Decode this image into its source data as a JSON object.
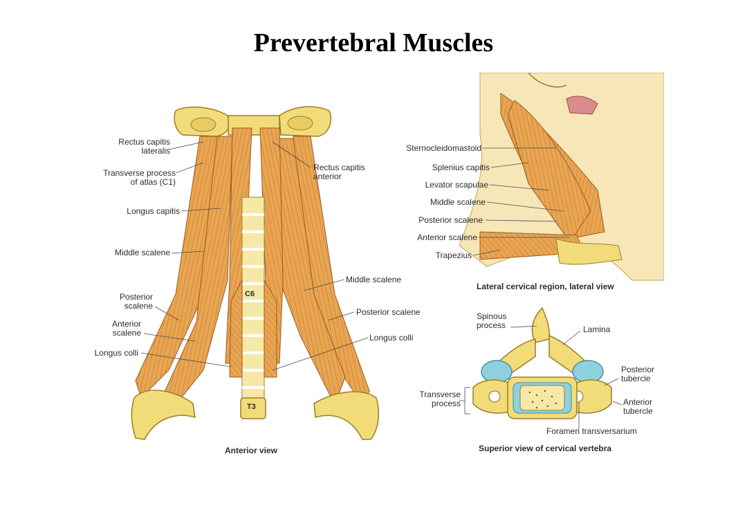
{
  "title": "Prevertebral Muscles",
  "anterior": {
    "caption": "Anterior view",
    "vertebra_c6": "C6",
    "vertebra_t3": "T3",
    "labels": {
      "rectus_capitis_lateralis_1": "Rectus capitis",
      "rectus_capitis_lateralis_2": "lateralis",
      "transverse_process_atlas_1": "Transverse process",
      "transverse_process_atlas_2": "of atlas (C1)",
      "longus_capitis": "Longus capitis",
      "middle_scalene_left": "Middle scalene",
      "posterior_scalene_left_1": "Posterior",
      "posterior_scalene_left_2": "scalene",
      "anterior_scalene_left_1": "Anterior",
      "anterior_scalene_left_2": "scalene",
      "longus_colli_left": "Longus colli",
      "rectus_capitis_anterior_1": "Rectus capitis",
      "rectus_capitis_anterior_2": "anterior",
      "middle_scalene_right": "Middle scalene",
      "posterior_scalene_right": "Posterior scalene",
      "longus_colli_right": "Longus colli"
    }
  },
  "lateral": {
    "caption": "Lateral cervical region, lateral view",
    "labels": {
      "sternocleidomastoid": "Sternocleidomastoid",
      "splenius_capitis": "Splenius capitis",
      "levator_scapulae": "Levator scapulae",
      "middle_scalene": "Middle scalene",
      "posterior_scalene": "Posterior scalene",
      "anterior_scalene": "Anterior scalene",
      "trapezius": "Trapezius"
    }
  },
  "superior": {
    "caption": "Superior view of cervical vertebra",
    "labels": {
      "spinous_process_1": "Spinous",
      "spinous_process_2": "process",
      "lamina": "Lamina",
      "posterior_tubercle_1": "Posterior",
      "posterior_tubercle_2": "tubercle",
      "transverse_process_1": "Transverse",
      "transverse_process_2": "process",
      "anterior_tubercle_1": "Anterior",
      "anterior_tubercle_2": "tubercle",
      "foramen_transversarium": "Foramen transversarium"
    }
  },
  "colors": {
    "muscle": "#e8a552",
    "muscle_dark": "#c97b30",
    "bone": "#f2dc7a",
    "bone_dark": "#c9a83e",
    "cartilage": "#8fd0de",
    "skin": "#f6e6b8",
    "leader": "#4a4a4a"
  }
}
